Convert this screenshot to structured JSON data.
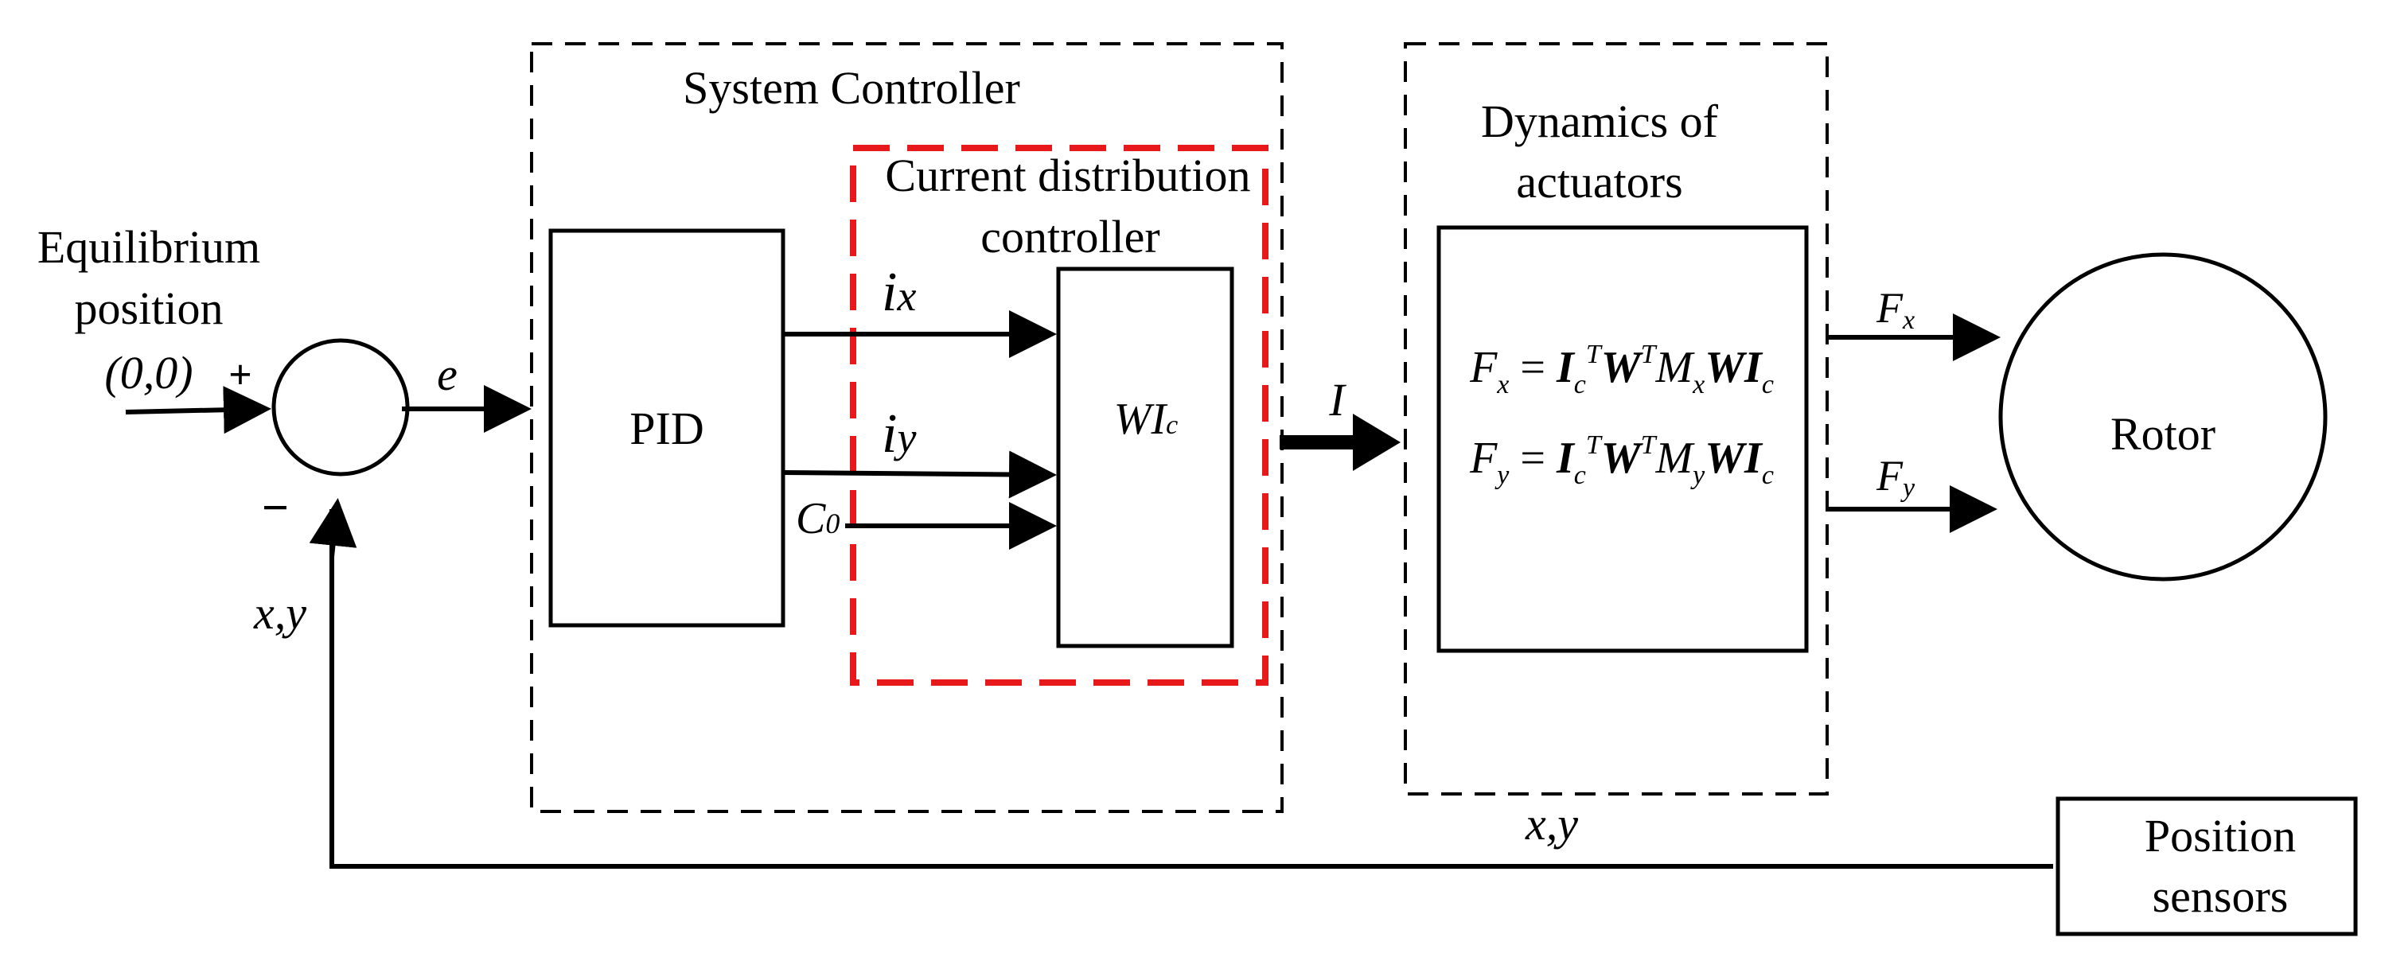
{
  "labels": {
    "input_line1": "Equilibrium",
    "input_line2": "position",
    "input_coords": "(0,0)",
    "plus_sign": "+",
    "minus_sign": "−",
    "error": "e",
    "feedback_xy_left": "x,y",
    "feedback_xy_bottom": "x,y",
    "system_controller": "System Controller",
    "current_distribution_line1": "Current distribution",
    "current_distribution_line2": "controller",
    "pid": "PID",
    "ix_main": "i",
    "ix_sub": "x",
    "iy_main": "i",
    "iy_sub": "y",
    "c0_main": "C",
    "c0_sub": "0",
    "wic_main": "WI",
    "wic_sub": "c",
    "current": "I",
    "dynamics_line1": "Dynamics of",
    "dynamics_line2": "actuators",
    "fx_main": "F",
    "fx_sub": "x",
    "fy_main": "F",
    "fy_sub": "y",
    "rotor": "Rotor",
    "sensors_line1": "Position",
    "sensors_line2": "sensors"
  },
  "equations": {
    "eq1": {
      "F": "F",
      "sub": "x",
      "eq": " = ",
      "I": "I",
      "c": "c",
      "T": "T",
      "W": "W",
      "M": "M",
      "Mx": "x",
      "WI": "WI"
    },
    "eq2": {
      "F": "F",
      "sub": "y",
      "eq": " = ",
      "I": "I",
      "c": "c",
      "T": "T",
      "W": "W",
      "M": "M",
      "My": "y",
      "WI": "WI"
    }
  },
  "colors": {
    "line": "#000000",
    "highlight_dash": "#e8191b"
  }
}
